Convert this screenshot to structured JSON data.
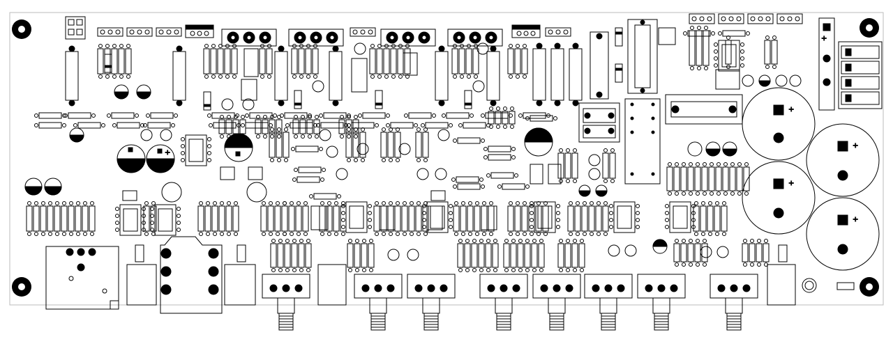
{
  "board": {
    "background": "#ffffff",
    "line_color": "#000000",
    "polarity_mark": "+",
    "component_groups": [
      "mounting-holes",
      "trimmer-pots",
      "rotary-potentiometers",
      "resistors",
      "electrolytic-capacitors",
      "large-filter-capacitors",
      "ic-sockets",
      "relays",
      "fuse-holder",
      "terminal-blocks",
      "jacks"
    ]
  }
}
